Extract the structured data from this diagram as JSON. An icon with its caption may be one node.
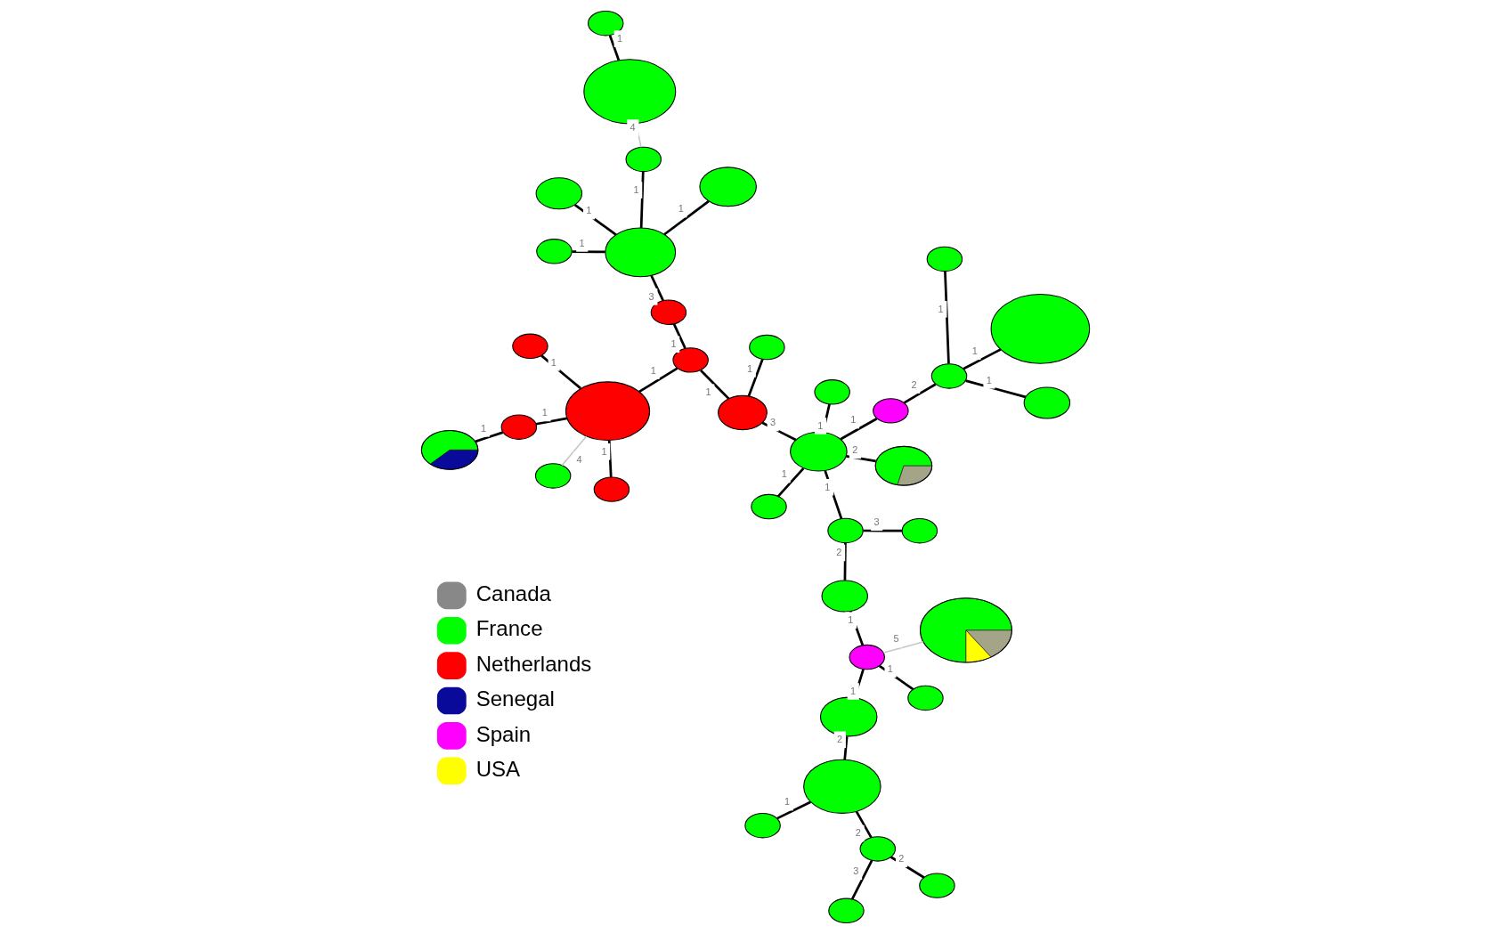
{
  "diagram": {
    "nodes": [
      {
        "text": [],
        "shape": "circle"
      },
      {
        "text": [],
        "shape": "circle"
      },
      {
        "text": [],
        "shape": "circle"
      },
      {
        "text": [],
        "shape": "circle"
      },
      {
        "text": [],
        "shape": "circle"
      },
      {
        "text": [],
        "shape": "circle"
      },
      {
        "text": [],
        "shape": "circle"
      },
      {
        "text": [],
        "shape": "circle"
      },
      {
        "text": [],
        "shape": "circle"
      },
      {
        "text": [],
        "shape": "circle"
      },
      {
        "text": [],
        "shape": "circle"
      },
      {
        "text": [],
        "shape": "circle"
      },
      {
        "text": [],
        "shape": "circle"
      },
      {
        "text": [],
        "shape": "circle"
      },
      {
        "text": [],
        "shape": "circle"
      },
      {
        "text": [],
        "shape": "circle"
      },
      {
        "text": [],
        "shape": "circle"
      },
      {
        "text": [],
        "shape": "circle"
      },
      {
        "text": [],
        "shape": "circle"
      },
      {
        "text": [],
        "shape": "circle"
      },
      {
        "text": [],
        "shape": "circle"
      },
      {
        "text": [],
        "shape": "circle"
      },
      {
        "text": [],
        "shape": "circle"
      },
      {
        "text": [],
        "shape": "circle"
      },
      {
        "text": [],
        "shape": "circle"
      },
      {
        "text": [],
        "shape": "circle"
      },
      {
        "text": [],
        "shape": "circle"
      },
      {
        "text": [],
        "shape": "circle"
      },
      {
        "text": [],
        "shape": "circle"
      },
      {
        "text": [],
        "shape": "circle"
      },
      {
        "text": [],
        "shape": "circle"
      },
      {
        "text": [],
        "shape": "circle"
      },
      {
        "text": [],
        "shape": "circle"
      },
      {
        "text": [],
        "shape": "circle"
      },
      {
        "text": [],
        "shape": "circle"
      },
      {
        "text": [],
        "shape": "circle"
      },
      {
        "text": [],
        "shape": "circle"
      },
      {
        "text": [],
        "shape": "circle"
      }
    ],
    "edges": [
      {
        "from": 0,
        "to": 2,
        "arrow": "none",
        "label": "3"
      },
      {
        "from": 1,
        "to": 2,
        "arrow": "none",
        "label": "2"
      },
      {
        "from": 2,
        "to": 5,
        "arrow": "none",
        "label": "2"
      },
      {
        "from": 3,
        "to": 5,
        "arrow": "none",
        "label": "1"
      },
      {
        "from": 5,
        "to": 6,
        "arrow": "none",
        "label": "2"
      },
      {
        "from": 6,
        "to": 12,
        "arrow": "none",
        "label": "1"
      },
      {
        "from": 9,
        "to": 12,
        "arrow": "none",
        "label": "1"
      },
      {
        "from": 4,
        "to": 12,
        "arrow": "none",
        "label": "5",
        "color": "#c8c8c8"
      },
      {
        "from": 12,
        "to": 16,
        "arrow": "none",
        "label": "1"
      },
      {
        "from": 16,
        "to": 25,
        "arrow": "none",
        "label": "2"
      },
      {
        "from": 15,
        "to": 25,
        "arrow": "none",
        "label": "3"
      },
      {
        "from": 25,
        "to": 29,
        "arrow": "none",
        "label": "1"
      },
      {
        "from": 26,
        "to": 29,
        "arrow": "none",
        "label": "2"
      },
      {
        "from": 29,
        "to": 31,
        "arrow": "none",
        "label": "1"
      },
      {
        "from": 29,
        "to": 33,
        "arrow": "none",
        "label": "1"
      },
      {
        "from": 29,
        "to": 32,
        "arrow": "none",
        "label": "1"
      },
      {
        "from": 29,
        "to": 23,
        "arrow": "none",
        "label": "3"
      },
      {
        "from": 32,
        "to": 34,
        "arrow": "none",
        "label": "2"
      },
      {
        "from": 34,
        "to": 35,
        "arrow": "none",
        "label": "1"
      },
      {
        "from": 34,
        "to": 36,
        "arrow": "none",
        "label": "1"
      },
      {
        "from": 34,
        "to": 37,
        "arrow": "none",
        "label": "1"
      },
      {
        "from": 23,
        "to": 17,
        "arrow": "none",
        "label": "1"
      },
      {
        "from": 23,
        "to": 19,
        "arrow": "none",
        "label": "1"
      },
      {
        "from": 19,
        "to": 14,
        "arrow": "none",
        "label": "1"
      },
      {
        "from": 19,
        "to": 20,
        "arrow": "none",
        "label": "1"
      },
      {
        "from": 14,
        "to": 10,
        "arrow": "none",
        "label": "1"
      },
      {
        "from": 14,
        "to": 11,
        "arrow": "none",
        "label": "1"
      },
      {
        "from": 11,
        "to": 7,
        "arrow": "none",
        "label": "1"
      },
      {
        "from": 14,
        "to": 13,
        "arrow": "none",
        "label": "1"
      },
      {
        "from": 14,
        "to": 8,
        "arrow": "none",
        "label": "4",
        "color": "#c8c8c8"
      },
      {
        "from": 20,
        "to": 21,
        "arrow": "none",
        "label": "3"
      },
      {
        "from": 21,
        "to": 18,
        "arrow": "none",
        "label": "1"
      },
      {
        "from": 21,
        "to": 22,
        "arrow": "none",
        "label": "1"
      },
      {
        "from": 21,
        "to": 24,
        "arrow": "none",
        "label": "1"
      },
      {
        "from": 21,
        "to": 27,
        "arrow": "none",
        "label": "1"
      },
      {
        "from": 24,
        "to": 28,
        "arrow": "none",
        "label": "4",
        "color": "#c8c8c8"
      },
      {
        "from": 28,
        "to": 30,
        "arrow": "none",
        "label": "1"
      }
    ],
    "legend": [
      {
        "text": "Canada",
        "color": "#888888"
      },
      {
        "text": "France",
        "color": "#00ff00"
      },
      {
        "text": "Netherlands",
        "color": "#ff0000"
      },
      {
        "text": "Senegal",
        "color": "#0a0a9a"
      },
      {
        "text": "Spain",
        "color": "#ff00ff"
      },
      {
        "text": "USA",
        "color": "#ffff00"
      }
    ]
  }
}
